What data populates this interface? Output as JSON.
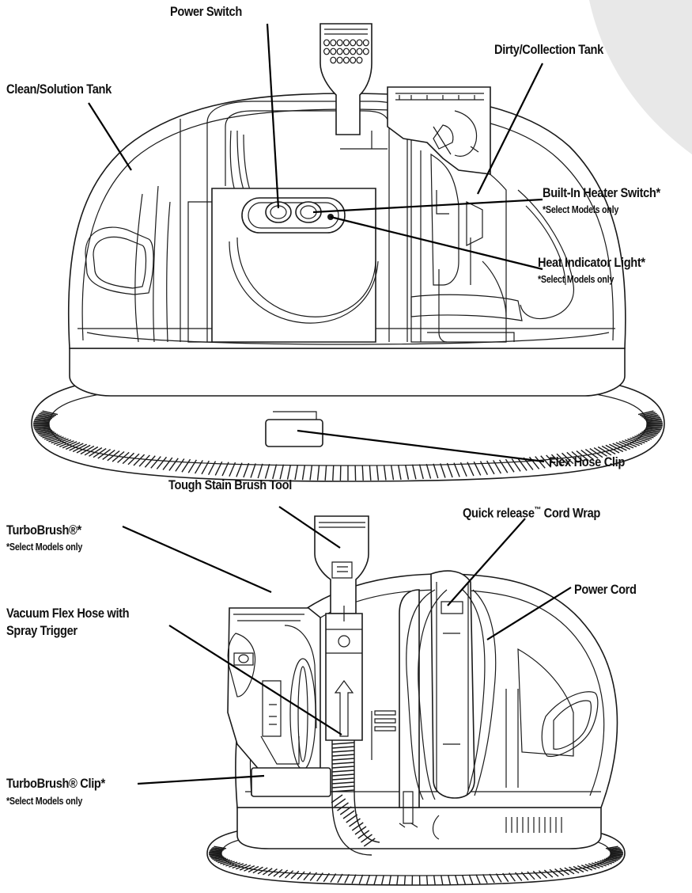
{
  "labels": {
    "power_switch": "Power Switch",
    "dirty_tank": "Dirty/Collection Tank",
    "clean_tank": "Clean/Solution Tank",
    "heater_switch": "Built-In Heater Switch*",
    "heat_light": "Heat Indicator Light*",
    "flex_clip": "Flex Hose Clip",
    "stain_brush": "Tough Stain Brush Tool",
    "cord_wrap": "Quick release",
    "cord_wrap_tm": "™",
    "cord_wrap_end": " Cord Wrap",
    "turbobrush": "TurboBrush®*",
    "power_cord": "Power Cord",
    "vac_hose_1": "Vacuum Flex Hose with",
    "vac_hose_2": "Spray Trigger",
    "turbo_clip": "TurboBrush® Clip*",
    "select_models": "*Select Models only"
  },
  "colors": {
    "line": "#1a1a1a",
    "leader": "#000000",
    "corner_shape": "#e8e8e8"
  }
}
